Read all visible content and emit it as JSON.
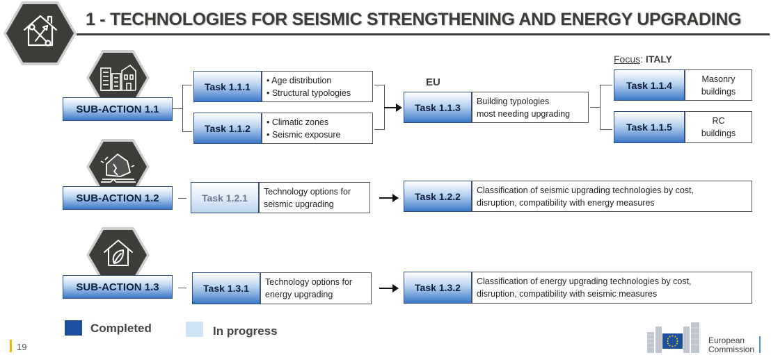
{
  "header": {
    "number": "1",
    "separator": " - ",
    "title": "TECHNOLOGIES FOR SEISMIC STRENGTHENING AND ENERGY UPGRADING"
  },
  "focus": {
    "label": "Focus",
    "colon": ":",
    "country": "ITALY"
  },
  "eu_label": "EU",
  "sub_actions": [
    {
      "label": "SUB-ACTION 1.1",
      "status": "completed",
      "icon": "buildings-icon"
    },
    {
      "label": "SUB-ACTION 1.2",
      "status": "completed",
      "icon": "earthquake-damaged-house-icon"
    },
    {
      "label": "SUB-ACTION 1.3",
      "status": "completed",
      "icon": "green-house-leaf-icon"
    }
  ],
  "tasks": {
    "t111": {
      "label": "Task 1.1.1",
      "status": "completed",
      "lines": [
        "• Age distribution",
        "• Structural typologies"
      ]
    },
    "t112": {
      "label": "Task 1.1.2",
      "status": "completed",
      "lines": [
        "• Climatic zones",
        "• Seismic exposure"
      ]
    },
    "t113": {
      "label": "Task 1.1.3",
      "status": "completed",
      "lines": [
        "Building typologies",
        "most needing upgrading"
      ]
    },
    "t114": {
      "label": "Task 1.1.4",
      "status": "completed",
      "lines": [
        "Masonry",
        "buildings"
      ]
    },
    "t115": {
      "label": "Task 1.1.5",
      "status": "completed",
      "lines": [
        "RC",
        "buildings"
      ]
    },
    "t121": {
      "label": "Task 1.2.1",
      "status": "in progress",
      "lines": [
        "Technology options for",
        "seismic upgrading"
      ]
    },
    "t122": {
      "label": "Task 1.2.2",
      "status": "completed",
      "lines": [
        "Classification of seismic upgrading technologies by cost,",
        "disruption, compatibility with energy measures"
      ]
    },
    "t131": {
      "label": "Task 1.3.1",
      "status": "completed",
      "lines": [
        "Technology options for",
        "energy upgrading"
      ]
    },
    "t132": {
      "label": "Task 1.3.2",
      "status": "completed",
      "lines": [
        "Classification of energy upgrading technologies by cost,",
        "disruption, compatibility with seismic measures"
      ]
    }
  },
  "legend": {
    "completed": "Completed",
    "in_progress": "In progress"
  },
  "colors": {
    "completed": "#1f4e9c",
    "in_progress": "#cfe1f4",
    "hexagon": "#3d3c39",
    "page_number_bar": "#f5b400",
    "eu_flag": "#1d4f9c"
  },
  "footer": {
    "page_number": "19",
    "logo_line1": "European",
    "logo_line2": "Commission"
  },
  "header_icon": "house-tools-icon"
}
